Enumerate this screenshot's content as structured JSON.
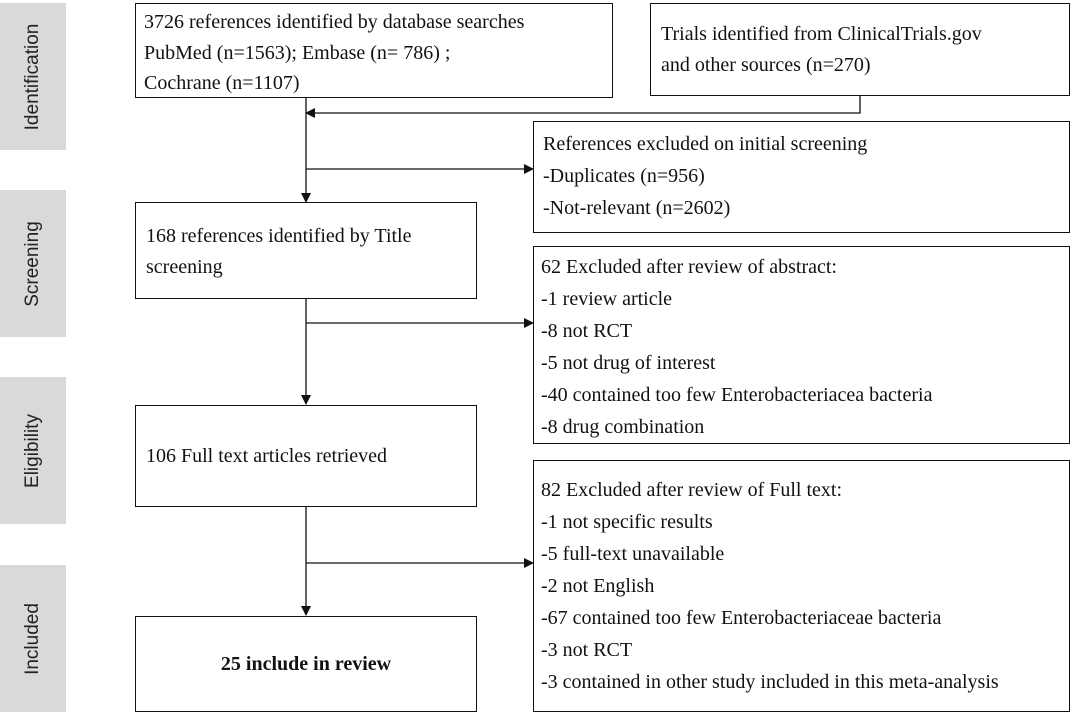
{
  "stages": [
    "Identification",
    "Screening",
    "Eligibility",
    "Included"
  ],
  "database_box": {
    "lines": [
      "3726 references identified by database searches",
      "PubMed (n=1563); Embase (n= 786) ;",
      "Cochrane (n=1107)"
    ]
  },
  "trials_box": {
    "lines": [
      "Trials identified from ClinicalTrials.gov",
      "and other sources (n=270)"
    ]
  },
  "excluded_initial_box": {
    "lines": [
      "References excluded on initial screening",
      "-Duplicates (n=956)",
      "-Not-relevant (n=2602)"
    ]
  },
  "title_screening_box": {
    "lines": [
      "168 references identified by Title",
      "screening"
    ]
  },
  "excluded_abstract_box": {
    "lines": [
      "62 Excluded after review of abstract:",
      "-1 review article",
      "-8 not RCT",
      "-5 not drug of interest",
      "-40 contained too few Enterobacteriacea bacteria",
      "-8 drug combination"
    ]
  },
  "full_text_box": {
    "lines": [
      "106  Full text articles retrieved"
    ]
  },
  "excluded_fulltext_box": {
    "lines": [
      "82 Excluded after review of Full text:",
      "-1 not specific results",
      "-5 full-text unavailable",
      "-2 not English",
      "-67 contained too few Enterobacteriaceae bacteria",
      "-3 not RCT",
      "-3 contained in other study included in this meta-analysis"
    ]
  },
  "included_box": {
    "lines": [
      "25 include in review"
    ]
  }
}
